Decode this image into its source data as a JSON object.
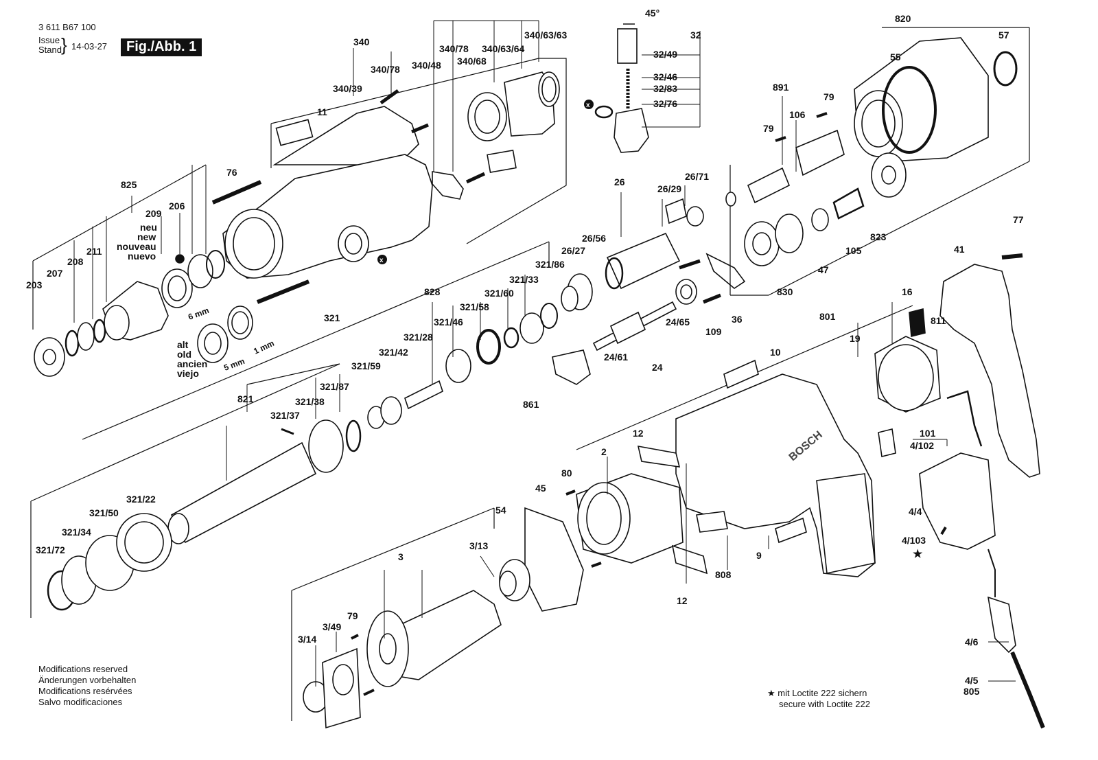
{
  "header": {
    "doc_number": "3 611 B67 100",
    "issue_label": "Issue",
    "stand_label": "Stand",
    "date": "14-03-27",
    "figure_label": "Fig./Abb. 1"
  },
  "footer": {
    "modifications": [
      "Modifications reserved",
      "Änderungen vorbehalten",
      "Modifications resérvées",
      "Salvo modificaciones"
    ],
    "loctite_star": "★",
    "loctite_de": "mit Loctite 222 sichern",
    "loctite_en": "secure with Loctite 222"
  },
  "labels": {
    "p340": "340",
    "p340_78a": "340/78",
    "p340_63_64": "340/63/64",
    "p340_63_63": "340/63/63",
    "p340_78b": "340/78",
    "p340_48": "340/48",
    "p340_68": "340/68",
    "p340_39": "340/39",
    "p11": "11",
    "p76": "76",
    "p825": "825",
    "p209": "209",
    "p206": "206",
    "neu": "neu",
    "new": "new",
    "nouveau": "nouveau",
    "nuevo": "nuevo",
    "p203": "203",
    "p207": "207",
    "p208": "208",
    "p211": "211",
    "mm6": "6 mm",
    "mm5": "5 mm",
    "mm1": "1 mm",
    "alt": "alt",
    "old": "old",
    "ancien": "ancien",
    "viejo": "viejo",
    "p32": "32",
    "deg45": "45°",
    "p32_49": "32/49",
    "p32_46": "32/46",
    "p32_83": "32/83",
    "p32_76": "32/76",
    "p820": "820",
    "p57": "57",
    "p55": "55",
    "p891": "891",
    "p79a": "79",
    "p106": "106",
    "p79b": "79",
    "p26": "26",
    "p26_29": "26/29",
    "p26_71": "26/71",
    "p26_56": "26/56",
    "p26_27": "26/27",
    "p823": "823",
    "p47": "47",
    "p105": "105",
    "p830": "830",
    "p828": "828",
    "p321_86": "321/86",
    "p321_33": "321/33",
    "p321_60": "321/60",
    "p321_58": "321/58",
    "p321_46": "321/46",
    "p321_28": "321/28",
    "p321_42": "321/42",
    "p321_59": "321/59",
    "p321": "321",
    "p24_65": "24/65",
    "p109": "109",
    "p36": "36",
    "p24_61": "24/61",
    "p24": "24",
    "p861": "861",
    "p77": "77",
    "p41": "41",
    "p16": "16",
    "p811": "811",
    "p801": "801",
    "p19": "19",
    "p10": "10",
    "p821": "821",
    "p321_87": "321/87",
    "p321_38": "321/38",
    "p321_37": "321/37",
    "p321_22": "321/22",
    "p321_50": "321/50",
    "p321_34": "321/34",
    "p321_72": "321/72",
    "p12a": "12",
    "p2": "2",
    "p80": "80",
    "p45": "45",
    "p54": "54",
    "p3": "3",
    "p3_13": "3/13",
    "p79c": "79",
    "p3_49": "3/49",
    "p3_14": "3/14",
    "p12b": "12",
    "p808": "808",
    "p9": "9",
    "p101": "101",
    "p4_102": "4/102",
    "p4_4": "4/4",
    "p4_103": "4/103",
    "star": "★",
    "p4_6": "4/6",
    "p4_5": "4/5",
    "p805": "805",
    "x1": "x",
    "x2": "x"
  },
  "brand_text": "BOSCH"
}
